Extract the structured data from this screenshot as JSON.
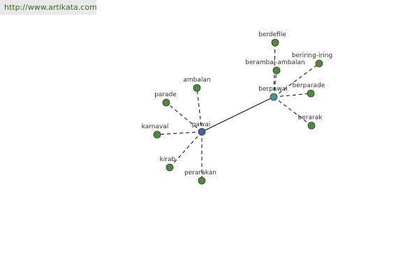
{
  "source_url": "http://www.artikata.com",
  "colors": {
    "hub_primary": "#4a5fa8",
    "hub_secondary": "#4a9298",
    "leaf": "#4f8a3c",
    "node_border": "#2e3e2e",
    "edge": "#000000",
    "link_text": "#3a6a1e"
  },
  "graph": {
    "nodes": [
      {
        "id": "pawai",
        "label": "pawai",
        "kind": "hub_primary"
      },
      {
        "id": "berpawai",
        "label": "berpawai",
        "kind": "hub_secondary"
      },
      {
        "id": "ambalan",
        "label": "ambalan",
        "kind": "leaf"
      },
      {
        "id": "parade",
        "label": "parade",
        "kind": "leaf"
      },
      {
        "id": "karnaval",
        "label": "karnaval",
        "kind": "leaf"
      },
      {
        "id": "kirab",
        "label": "kirab",
        "kind": "leaf"
      },
      {
        "id": "perarakan",
        "label": "perarakan",
        "kind": "leaf"
      },
      {
        "id": "berdefile",
        "label": "berdefile",
        "kind": "leaf"
      },
      {
        "id": "berambal-ambalan",
        "label": "berambal-ambalan",
        "kind": "leaf"
      },
      {
        "id": "beriring-iring",
        "label": "beriring-iring",
        "kind": "leaf"
      },
      {
        "id": "berparade",
        "label": "berparade",
        "kind": "leaf"
      },
      {
        "id": "berarak",
        "label": "berarak",
        "kind": "leaf"
      }
    ],
    "edges": [
      {
        "from": "pawai",
        "to": "berpawai",
        "style": "solid"
      },
      {
        "from": "pawai",
        "to": "ambalan",
        "style": "dashed"
      },
      {
        "from": "pawai",
        "to": "parade",
        "style": "dashed"
      },
      {
        "from": "pawai",
        "to": "karnaval",
        "style": "dashed"
      },
      {
        "from": "pawai",
        "to": "kirab",
        "style": "dashed"
      },
      {
        "from": "pawai",
        "to": "perarakan",
        "style": "dashed"
      },
      {
        "from": "berpawai",
        "to": "berdefile",
        "style": "dashed"
      },
      {
        "from": "berpawai",
        "to": "berambal-ambalan",
        "style": "dashed"
      },
      {
        "from": "berpawai",
        "to": "beriring-iring",
        "style": "dashed"
      },
      {
        "from": "berpawai",
        "to": "berparade",
        "style": "dashed"
      },
      {
        "from": "berpawai",
        "to": "berarak",
        "style": "dashed"
      }
    ]
  }
}
